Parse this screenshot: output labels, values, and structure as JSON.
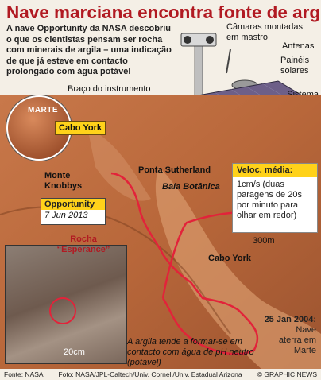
{
  "title": "Nave marciana encontra fonte de argila",
  "intro": "A nave Opportunity da NASA descobriu o que os cientistas pensam ser rocha com minerais de argila – uma indicação de que já esteve em contacto prolongado com água potável",
  "rover_labels": {
    "cameras": "Câmaras montadas em mastro",
    "antennas": "Antenas",
    "solar": "Painéis solares",
    "arm": "Braço do instrumento",
    "mobility": "Sistema mobilidade"
  },
  "globe_label": "MARTE",
  "map_labels": {
    "cabo_york_callout": "Cabo York",
    "monte_knobbys": "Monte Knobbys",
    "ponta_sutherland": "Ponta Sutherland",
    "baia_botanica": "Baía Botânica",
    "cabo_york": "Cabo York",
    "scale_300m": "300m",
    "rocha": "Rocha “Esperance”",
    "scale_20cm": "20cm",
    "argila": "A argila tende a formar-se em contacto com água de pH neutro (potável)"
  },
  "opportunity_box": {
    "name": "Opportunity",
    "date": "7 Jun 2013"
  },
  "speed": {
    "head": "Veloc. média:",
    "body": "1cm/s (duas paragens de 20s por minuto para olhar em redor)"
  },
  "landing": {
    "date": "25 Jan 2004:",
    "text": "Nave aterra em Marte"
  },
  "watermark": "©GRAPHIC NEWS",
  "footer": {
    "source": "Fonte: NASA",
    "photo": "Foto: NASA/JPL-Caltech/Univ. Cornell/Univ. Estadual Arizona",
    "credit": "© GRAPHIC NEWS"
  },
  "colors": {
    "title": "#b11a22",
    "callout": "#ffd21a",
    "route": "#e2233a",
    "terrain": "#b86a3c"
  }
}
